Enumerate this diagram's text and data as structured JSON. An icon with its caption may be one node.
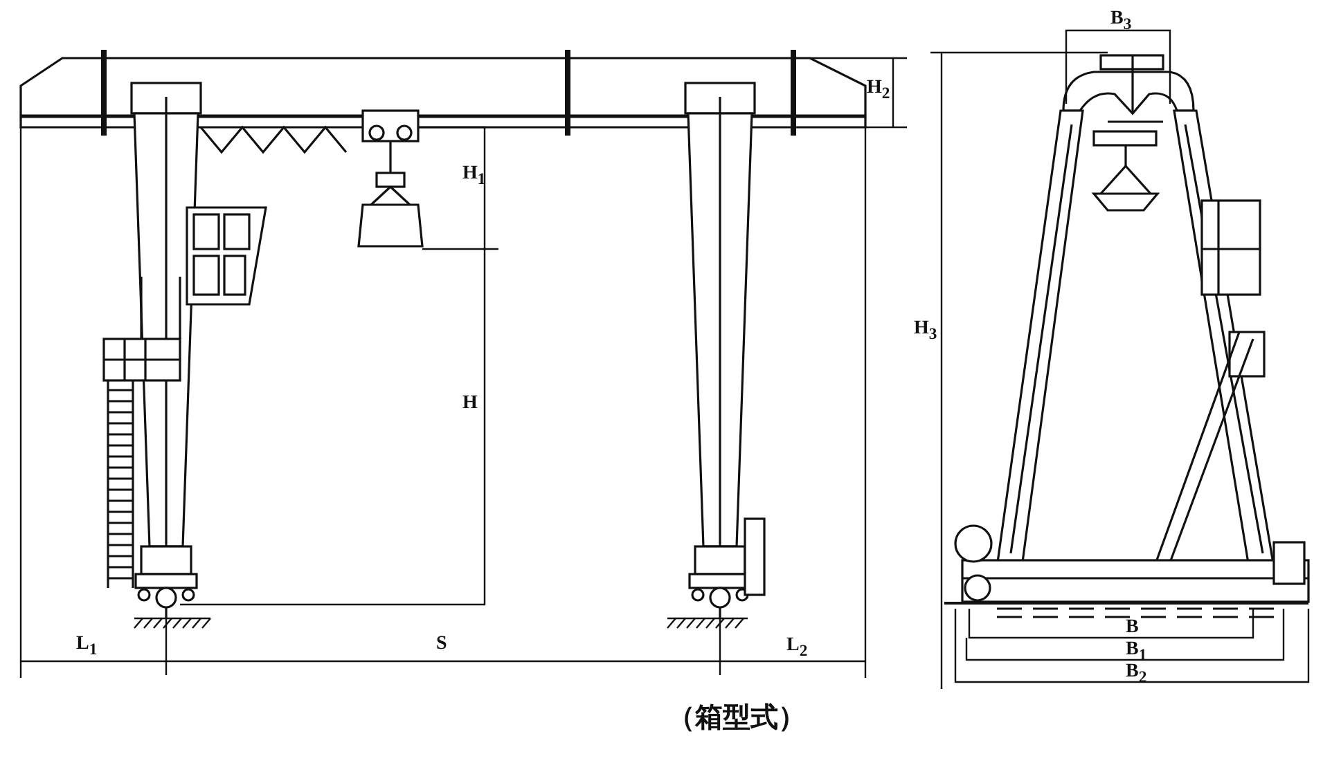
{
  "diagram": {
    "caption": "（箱型式）",
    "labels": [
      "B$_{3}$",
      "H$_{2}$",
      "H$_{1}$",
      "H$_{3}$",
      "H",
      "L$_{1}$",
      "S",
      "L$_{2}$",
      "B",
      "B$_{1}$",
      "B$_{2}$"
    ]
  }
}
